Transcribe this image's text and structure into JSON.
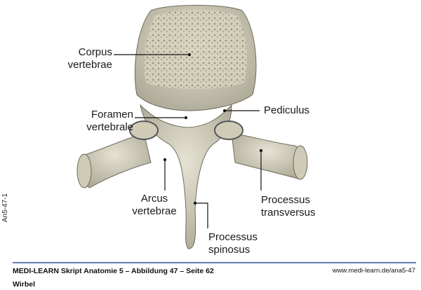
{
  "labels": {
    "corpus": [
      "Corpus",
      "vertebrae"
    ],
    "foramen": [
      "Foramen",
      "vertebrale"
    ],
    "pediculus": "Pediculus",
    "arcus": [
      "Arcus",
      "vertebrae"
    ],
    "transversus": [
      "Processus",
      "transversus"
    ],
    "spinosus": [
      "Processus",
      "spinosus"
    ]
  },
  "side_code": "An5-47-1",
  "footer": {
    "caption": "MEDI-LEARN Skript Anatomie 5 – Abbildung 47 – Seite 62",
    "url": "www.medi-learn.de/ana5-47",
    "title": "Wirbel"
  },
  "colors": {
    "rule": "#5d7fb0",
    "bone": "#d9d5c2"
  }
}
